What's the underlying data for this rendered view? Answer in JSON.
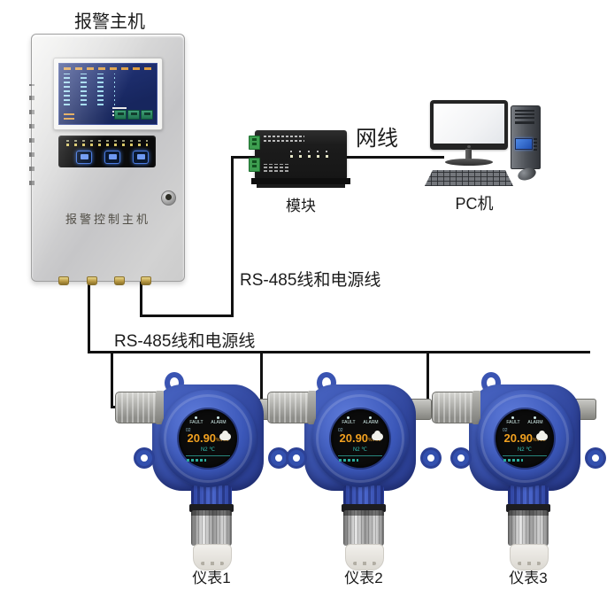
{
  "host": {
    "title": "报警主机",
    "panel_text": "报警控制主机"
  },
  "module": {
    "label": "模块"
  },
  "pc": {
    "label": "PC机"
  },
  "connections": {
    "ethernet_label": "网线",
    "rs485_host_module_label": "RS-485线和电源线",
    "rs485_host_detectors_label": "RS-485线和电源线"
  },
  "detectors": [
    {
      "label": "仪表1"
    },
    {
      "label": "仪表2"
    },
    {
      "label": "仪表3"
    }
  ],
  "detector_display": {
    "fault_label": "FAULT",
    "alarm_label": "ALARM",
    "channel": "02",
    "reading": "20.90",
    "unit": "%VOL",
    "gas_temp": "N2 ℃"
  },
  "colors": {
    "wire": "#111111",
    "detector_body_blue": "#3b57b8",
    "host_screen_blue": "#1b2b6b",
    "reading_orange": "#f0a020",
    "display_teal": "#38c8b8",
    "module_black": "#1c1c1c"
  }
}
